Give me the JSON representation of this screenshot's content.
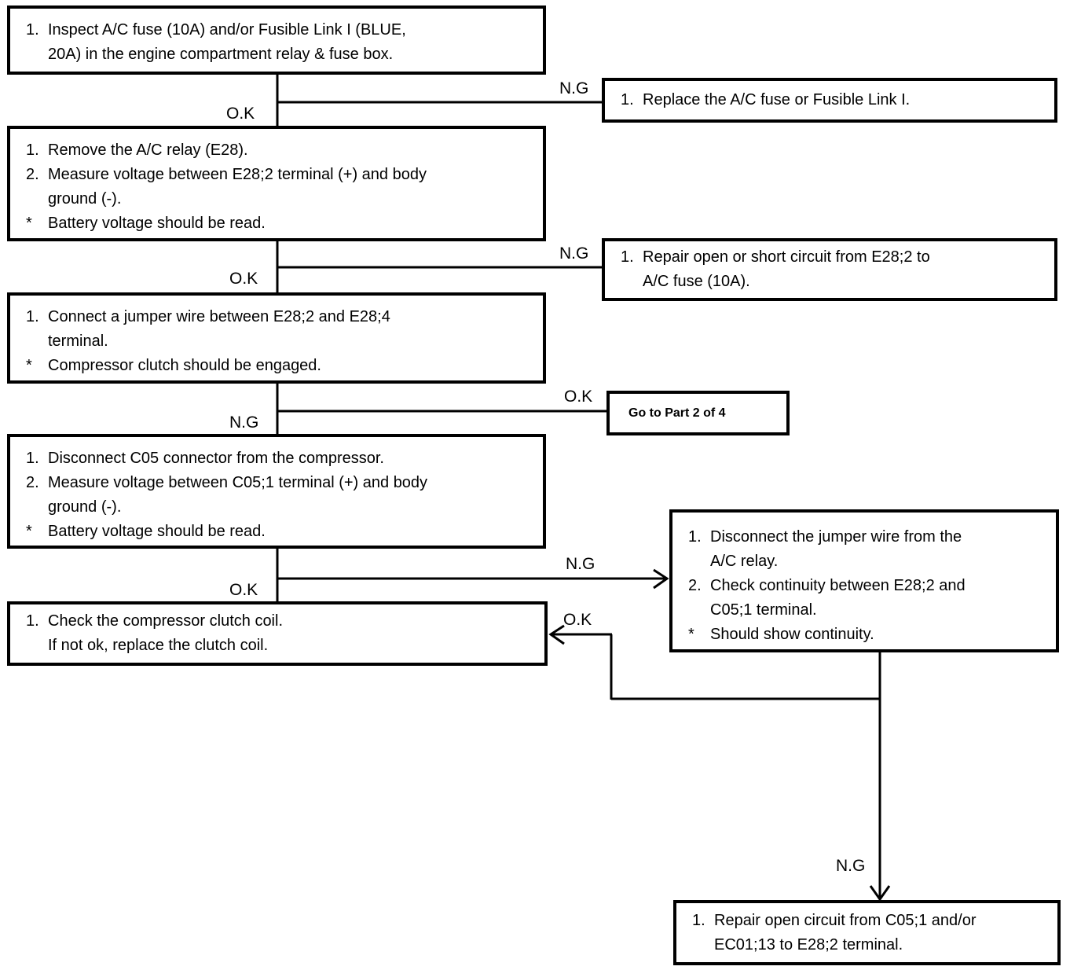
{
  "colors": {
    "bg": "#ffffff",
    "line": "#000000",
    "text": "#000000"
  },
  "boxes": {
    "step1_inspect_fuse": {
      "items": [
        {
          "marker": "1.",
          "text": "Inspect A/C fuse (10A) and/or Fusible Link I (BLUE,\n20A) in the engine compartment relay & fuse box."
        }
      ]
    },
    "action_replace_fuse": {
      "items": [
        {
          "marker": "1.",
          "text": "Replace the A/C fuse or Fusible Link I."
        }
      ]
    },
    "step2_remove_relay": {
      "items": [
        {
          "marker": "1.",
          "text": "Remove the A/C relay (E28)."
        },
        {
          "marker": "2.",
          "text": "Measure voltage between E28;2 terminal (+) and body\nground (-)."
        },
        {
          "marker": "*",
          "text": "Battery voltage should be read."
        }
      ]
    },
    "action_repair_short": {
      "items": [
        {
          "marker": "1.",
          "text": "Repair open or short circuit from E28;2  to\nA/C fuse (10A)."
        }
      ]
    },
    "step3_jumper_wire": {
      "items": [
        {
          "marker": "1.",
          "text": "Connect a jumper wire between E28;2 and E28;4\nterminal."
        },
        {
          "marker": "*",
          "text": "Compressor clutch should be engaged."
        }
      ]
    },
    "goto_part2": {
      "text": "Go to Part 2 of 4"
    },
    "step4_disconnect_c05": {
      "items": [
        {
          "marker": "1.",
          "text": "Disconnect C05 connector from the compressor."
        },
        {
          "marker": "2.",
          "text": "Measure voltage between C05;1 terminal (+) and body\nground (-)."
        },
        {
          "marker": "*",
          "text": "Battery voltage should be read."
        }
      ]
    },
    "step5_check_continuity": {
      "items": [
        {
          "marker": "1.",
          "text": "Disconnect the jumper wire from the\nA/C relay."
        },
        {
          "marker": "2.",
          "text": "Check continuity between E28;2 and\nC05;1 terminal."
        },
        {
          "marker": "*",
          "text": "Should show continuity."
        }
      ]
    },
    "action_check_clutch_coil": {
      "items": [
        {
          "marker": "1.",
          "text": "Check the compressor clutch coil.\nIf not ok, replace the clutch coil."
        }
      ]
    },
    "action_repair_open_circuit": {
      "items": [
        {
          "marker": "1.",
          "text": "Repair open circuit from C05;1 and/or\nEC01;13 to E28;2 terminal."
        }
      ]
    }
  },
  "edge_labels": {
    "step1_ok": "O.K",
    "step1_ng": "N.G",
    "step2_ok": "O.K",
    "step2_ng": "N.G",
    "step3_ng": "N.G",
    "step3_ok": "O.K",
    "step4_ok": "O.K",
    "step4_ng": "N.G",
    "continuity_ok": "O.K",
    "continuity_ng": "N.G"
  }
}
